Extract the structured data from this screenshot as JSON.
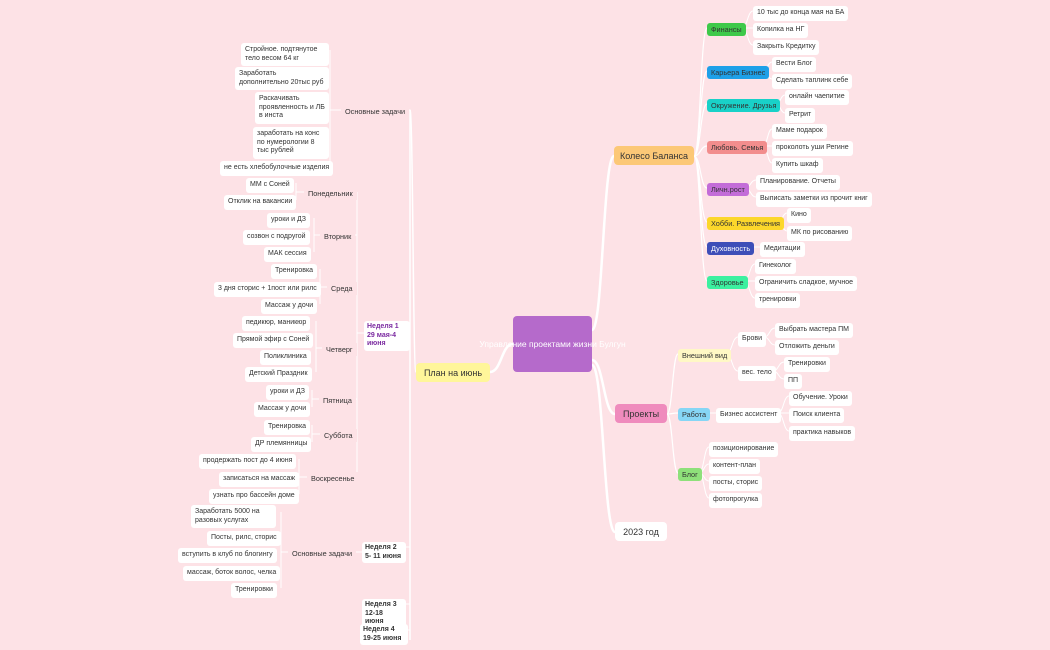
{
  "center": "Управление проектами жизни Булгун",
  "main_branches": {
    "koleso": "Колесо Баланса",
    "plan": "План на июнь",
    "projects": "Проекты",
    "year": "2023 год"
  },
  "koleso_children": [
    {
      "label": "Финансы",
      "color": "#3ec94a",
      "items": [
        "10 тыс до конца мая на БА",
        "Копилка на НГ",
        "Закрыть Кредитку"
      ]
    },
    {
      "label": "Карьера Бизнес",
      "color": "#1ea0e8",
      "items": [
        "Вести Блог",
        "Сделать таплинк себе"
      ]
    },
    {
      "label": "Окружение. Друзья",
      "color": "#19d1c8",
      "items": [
        "онлайн чаепитие",
        "Ретрит"
      ]
    },
    {
      "label": "Любовь. Семья",
      "color": "#f28d8d",
      "items": [
        "Маме подарок",
        "проколоть уши Регине",
        "Купить шкаф"
      ]
    },
    {
      "label": "Личн.рост",
      "color": "#c36cd8",
      "items": [
        "Планирование. Отчеты",
        "Выписать заметки из прочит книг"
      ]
    },
    {
      "label": "Хобби. Развлечения",
      "color": "#fcd72b",
      "items": [
        "Кино",
        "МК по рисованию"
      ]
    },
    {
      "label": "Духовность",
      "color": "#3e4eb8",
      "items": [
        "Медитации"
      ]
    },
    {
      "label": "Здоровье",
      "color": "#3cf0a0",
      "items": [
        "Гинеколог",
        "Ограничить сладкое, мучное",
        "тренировки"
      ]
    }
  ],
  "projects_children": {
    "vneshniy": {
      "label": "Внешний вид",
      "brovi": "Брови",
      "brovi_items": [
        "Выбрать мастера ПМ",
        "Отложить деньги"
      ],
      "ves": "вес. тело",
      "ves_items": [
        "Тренировки",
        "ПП"
      ]
    },
    "rabota": {
      "label": "Работа",
      "biz": "Бизнес ассистент",
      "biz_items": [
        "Обучение. Уроки",
        "Поиск клиента",
        "практика навыков"
      ]
    },
    "blog": {
      "label": "Блог",
      "items": [
        "позиционирование",
        "контент-план",
        "посты, сторис",
        "фотопрогулка"
      ]
    }
  },
  "plan": {
    "osnovnye_label": "Основные задачи",
    "osnovnye_items": [
      "Стройное. подтянутое тело весом 64 кг",
      "Заработать дополнительно 20тыс руб",
      "Раскачивать проявленность и ЛБ в инста",
      "заработать на конс по нумерологии 8 тыс рублей",
      "не есть хлебобулочные изделия"
    ],
    "week1": "Неделя 1 29 мая-4 июня",
    "days": [
      {
        "label": "Понедельник",
        "items": [
          "ММ с Соней",
          "Отклик на вакансии"
        ]
      },
      {
        "label": "Вторник",
        "items": [
          "уроки и ДЗ",
          "созвон с подругой",
          "МАК сессия"
        ]
      },
      {
        "label": "Среда",
        "items": [
          "Тренировка",
          "3 дня сторис + 1пост или рилс",
          "Массаж у дочи"
        ]
      },
      {
        "label": "Четверг",
        "items": [
          "педикюр, маникюр",
          "Прямой эфир с Соней",
          "Поликлиника",
          "Детский Праздник"
        ]
      },
      {
        "label": "Пятница",
        "items": [
          "уроки и ДЗ",
          "Массаж у дочи"
        ]
      },
      {
        "label": "Суббота",
        "items": [
          "Тренировка",
          "ДР племянницы"
        ]
      },
      {
        "label": "Воскресенье",
        "items": [
          "продержать пост до 4 июня",
          "записаться на массаж",
          "узнать про бассейн доме"
        ]
      }
    ],
    "week2": "Неделя 2 5- 11 июня",
    "week2_label": "Основные задачи",
    "week2_items": [
      "Заработать 5000 на разовых услугах",
      "Посты, рилс, сторис",
      "вступить в клуб по блогингу",
      "массаж, боток волос, челка",
      "Тренировки"
    ],
    "week3": "Неделя 3 12-18 июня",
    "week4": "Неделя 4 19-25 июня"
  }
}
